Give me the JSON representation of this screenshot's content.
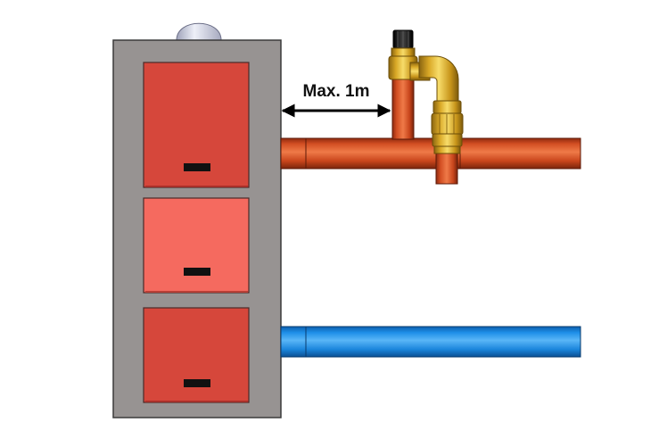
{
  "dimension": {
    "label": "Max. 1m"
  },
  "colors": {
    "background": "#ffffff",
    "boiler_body": "#979392",
    "boiler_edge": "#3b3b3b",
    "panel_dark": "#d6473b",
    "panel_light": "#f56a5f",
    "handle": "#111111",
    "flow_pipe": "#cf4a22",
    "return_pipe": "#1e8fe8",
    "valve_brass": "#e0b32c",
    "valve_cap": "#1a1a1a",
    "dome": "#d9dbe8",
    "arrow": "#000000"
  },
  "components": [
    "boiler",
    "flow-pipe",
    "return-pipe",
    "safety-valve",
    "valve-outlet-pipe",
    "dimension-arrow"
  ]
}
